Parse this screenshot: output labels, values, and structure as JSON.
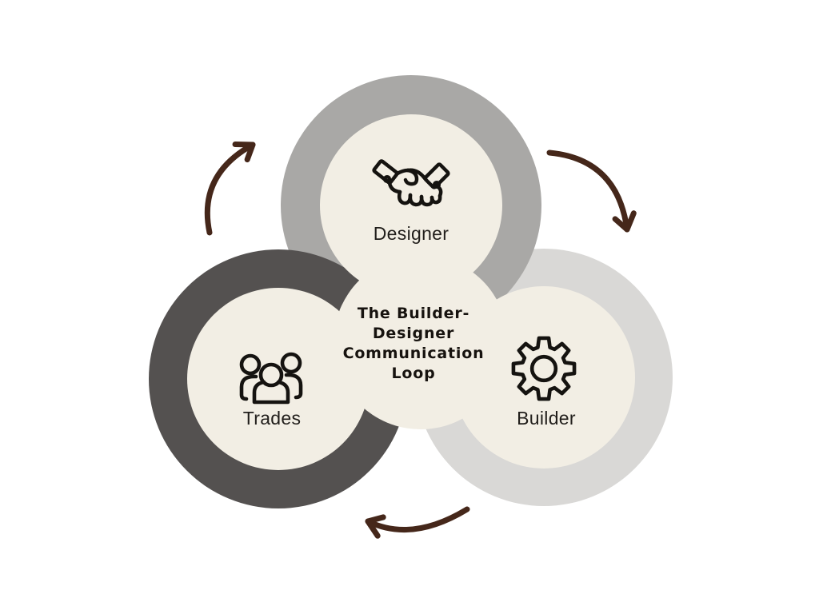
{
  "page": {
    "background_color": "#FFFFFF"
  },
  "diagram": {
    "title": {
      "text": "The Builder-Designer Communication Loop",
      "lines": [
        "The Builder-",
        "Designer",
        "Communication",
        "Loop"
      ],
      "color": "#17130F"
    },
    "nodes": [
      {
        "id": "designer",
        "label": "Designer",
        "icon": "handshake-icon",
        "position": "top",
        "ring_color": "#A9A8A6",
        "fill_color": "#F2EEE4"
      },
      {
        "id": "trades",
        "label": "Trades",
        "icon": "people-icon",
        "position": "bottom-left",
        "ring_color": "#545150",
        "fill_color": "#F2EEE4"
      },
      {
        "id": "builder",
        "label": "Builder",
        "icon": "gear-icon",
        "position": "bottom-right",
        "ring_color": "#D9D8D6",
        "fill_color": "#F2EEE4"
      }
    ],
    "inner_fill_color": "#F2EEE4",
    "icon_color": "#151310",
    "label_color": "#211E1B",
    "arrows": {
      "color": "#45271A",
      "direction": "clockwise",
      "style": "hand-drawn"
    }
  }
}
